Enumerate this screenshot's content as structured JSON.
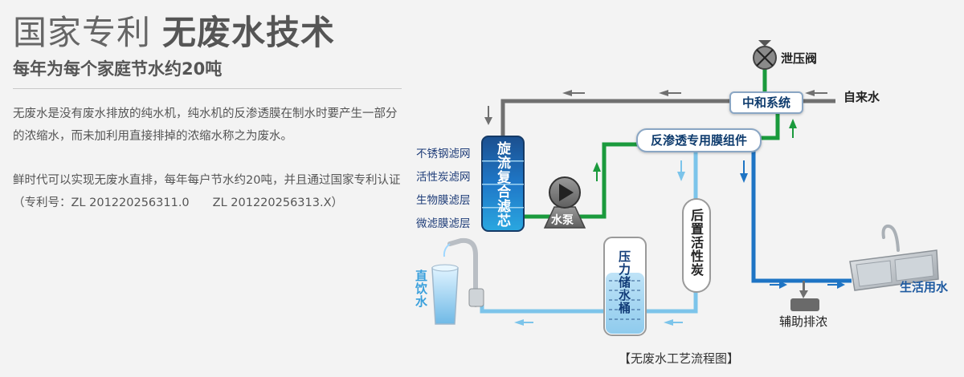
{
  "header": {
    "title_a": "国家专利",
    "title_b": "无废水技术",
    "subtitle": "每年为每个家庭节水约20吨"
  },
  "body": {
    "para1": "无废水是没有废水排放的纯水机，纯水机的反渗透膜在制水时要产生一部分的浓缩水，而未加利用直接排掉的浓缩水称之为废水。",
    "para2": "鲜时代可以实现无废水直排，每年每户节水约20吨，并且通过国家专利认证（专利号：ZL 201220256311.0　　ZL 201220256313.X）"
  },
  "diagram": {
    "relief_valve": "泄压阀",
    "neutral_system": "中和系统",
    "tap_water": "自来水",
    "ro_module": "反渗透专用膜组件",
    "filter_name": "旋流复合滤芯",
    "filter_layers": [
      "不锈钢滤网",
      "活性炭滤网",
      "生物膜滤层",
      "微滤膜滤层"
    ],
    "pump": "水泵",
    "post_carbon": "后置活性炭",
    "tank": "压力储水桶",
    "drinking_water": "直饮水",
    "aux_drain": "辅助排浓",
    "domestic_water": "生活用水",
    "caption": "【无废水工艺流程图】"
  },
  "colors": {
    "gray_pipe": "#707070",
    "green_pipe": "#1a9a3c",
    "blue_pipe": "#1e74c4",
    "light_blue_pipe": "#7cc4ea",
    "label_blue": "#1e3c78"
  }
}
